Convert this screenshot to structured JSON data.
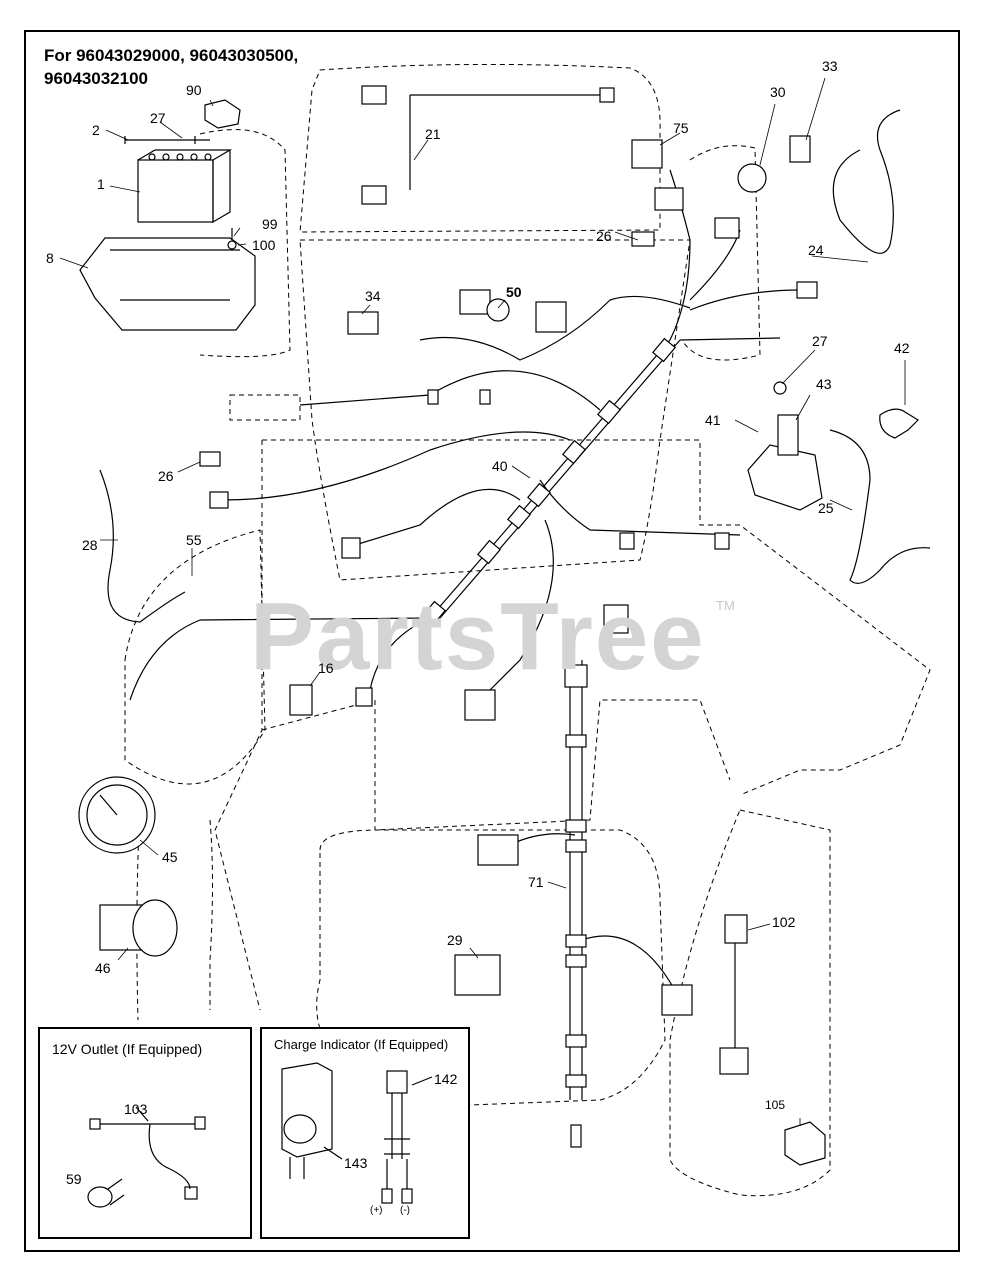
{
  "header": {
    "title_line1": "For 96043029000, 96043030500,",
    "title_line2": "96043032100"
  },
  "watermark": {
    "text": "PartsTree",
    "tm": "TM"
  },
  "callouts": [
    "90",
    "2",
    "27",
    "1",
    "99",
    "100",
    "8",
    "21",
    "75",
    "30",
    "33",
    "24",
    "26",
    "34",
    "50",
    "27",
    "42",
    "41",
    "43",
    "25",
    "26",
    "40",
    "28",
    "55",
    "16",
    "45",
    "71",
    "102",
    "29",
    "46",
    "105"
  ],
  "insets": {
    "outlet": {
      "title": "12V Outlet (If Equipped)",
      "callouts": [
        "103",
        "59"
      ]
    },
    "charge": {
      "title": "Charge Indicator (If Equipped)",
      "callouts": [
        "142",
        "143"
      ],
      "terminals": [
        "(+)",
        "(-)"
      ]
    }
  }
}
